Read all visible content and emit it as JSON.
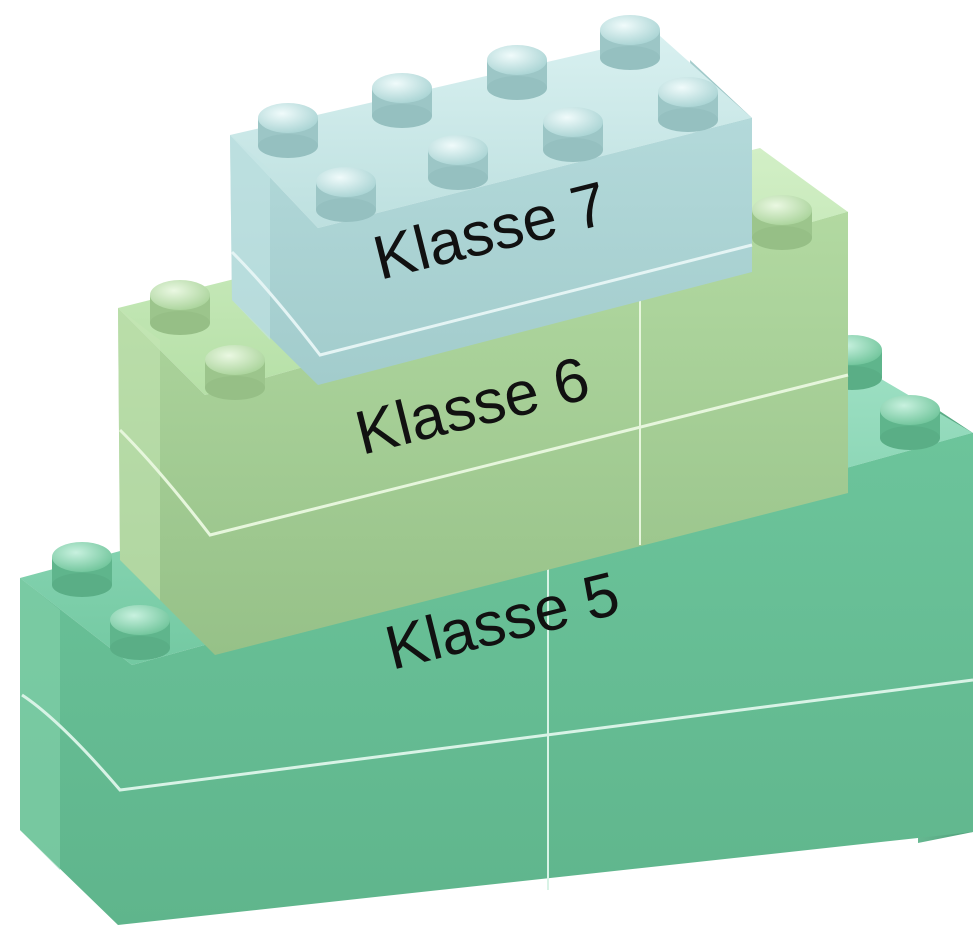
{
  "bricks": [
    {
      "id": "bottom",
      "label": "Klasse 5",
      "color": "#6fc49a"
    },
    {
      "id": "middle",
      "label": "Klasse 6",
      "color": "#a9d39a"
    },
    {
      "id": "top",
      "label": "Klasse 7",
      "color": "#a8d3d3"
    }
  ],
  "stud_icon": "cylinder-stud"
}
